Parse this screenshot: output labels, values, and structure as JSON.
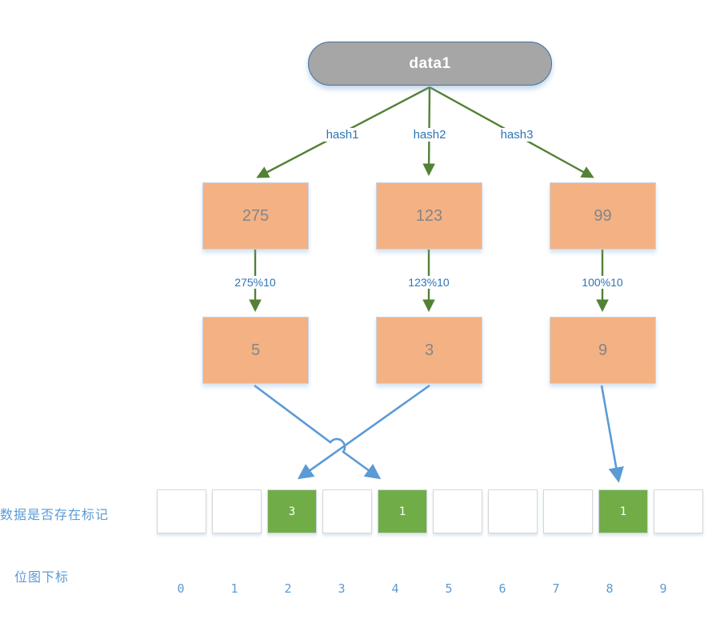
{
  "root_node": {
    "label": "data1"
  },
  "hash_labels": [
    "hash1",
    "hash2",
    "hash3"
  ],
  "hash_values": [
    "275",
    "123",
    "99"
  ],
  "mod_labels": [
    "275%10",
    "123%10",
    "100%10"
  ],
  "mod_results": [
    "5",
    "3",
    "9"
  ],
  "bitmap": {
    "presence_label": "数据是否存在标记",
    "index_label": "位图下标",
    "cells": [
      {
        "value": "",
        "active": false
      },
      {
        "value": "",
        "active": false
      },
      {
        "value": "3",
        "active": true
      },
      {
        "value": "",
        "active": false
      },
      {
        "value": "1",
        "active": true
      },
      {
        "value": "",
        "active": false
      },
      {
        "value": "",
        "active": false
      },
      {
        "value": "",
        "active": false
      },
      {
        "value": "1",
        "active": true
      },
      {
        "value": "",
        "active": false
      }
    ],
    "indices": [
      "0",
      "1",
      "2",
      "3",
      "4",
      "5",
      "6",
      "7",
      "8",
      "9"
    ]
  },
  "colors": {
    "node_gray": "#A6A6A6",
    "node_border": "#41719C",
    "box_orange": "#F4B183",
    "cell_green": "#70AD47",
    "arrow_green": "#538135",
    "arrow_blue": "#5B9BD5",
    "label_blue": "#2E74B5",
    "side_label_blue": "#5B9BD5",
    "value_gray": "#838689"
  }
}
